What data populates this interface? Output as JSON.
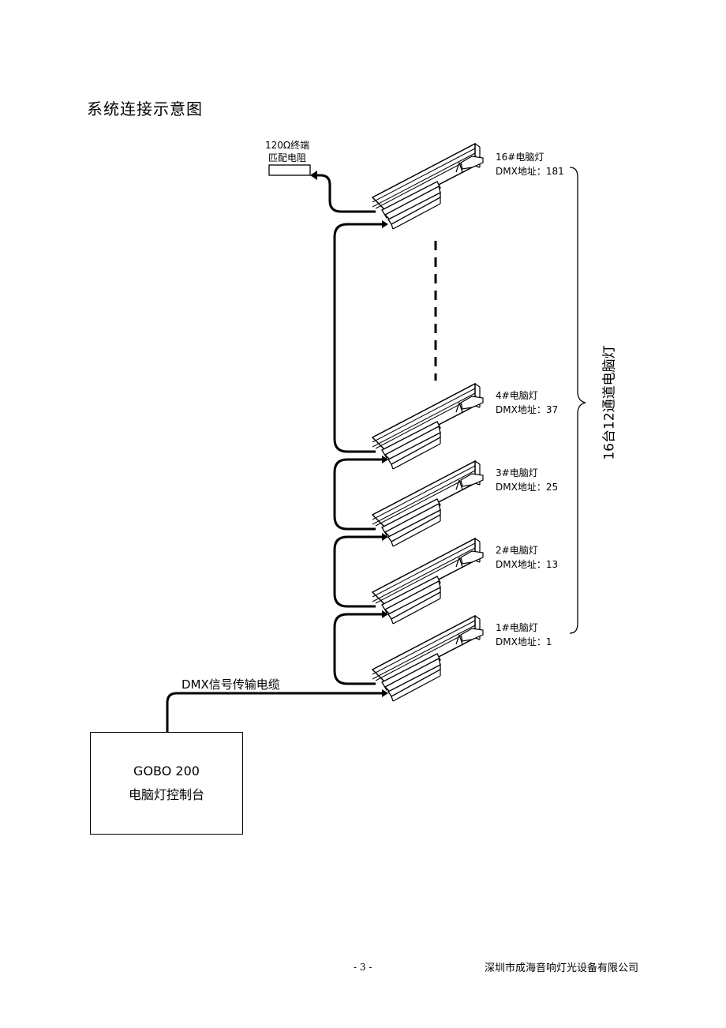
{
  "page_title": "系统连接示意图",
  "terminator": {
    "line1": "120Ω终端",
    "line2": "匹配电阻"
  },
  "fixtures": [
    {
      "name": "16#电脑灯",
      "address": "DMX地址：181"
    },
    {
      "name": "4#电脑灯",
      "address": "DMX地址：37"
    },
    {
      "name": "3#电脑灯",
      "address": "DMX地址：25"
    },
    {
      "name": "2#电脑灯",
      "address": "DMX地址：13"
    },
    {
      "name": "1#电脑灯",
      "address": "DMX地址：1"
    }
  ],
  "cable_label": "DMX信号传输电缆",
  "console": {
    "model": "GOBO 200",
    "name": "电脑灯控制台"
  },
  "group_label": "16台12通道电脑灯",
  "footer": {
    "page": "- 3 -",
    "company": "深圳市成海音响灯光设备有限公司"
  }
}
